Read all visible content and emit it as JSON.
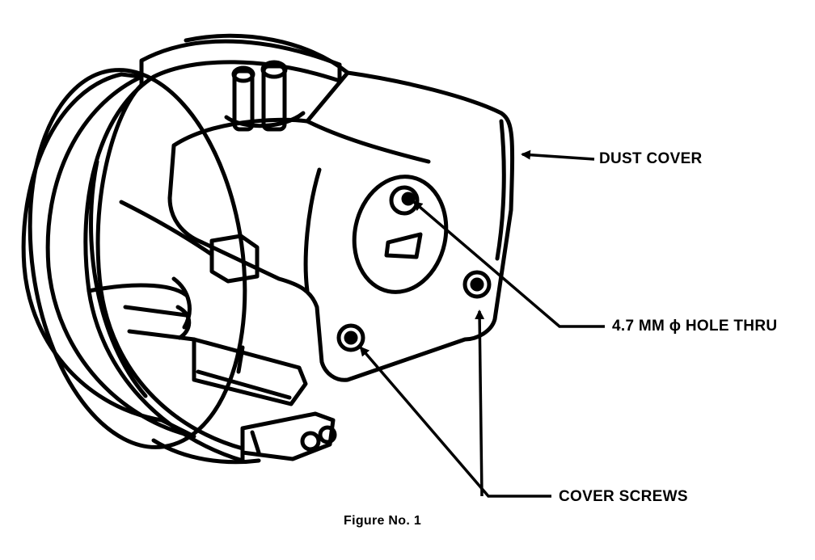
{
  "labels": {
    "dust_cover": "DUST COVER",
    "hole_thru": "4.7 MM ɸ HOLE THRU",
    "cover_screws": "COVER SCREWS"
  },
  "caption": "Figure No. 1"
}
